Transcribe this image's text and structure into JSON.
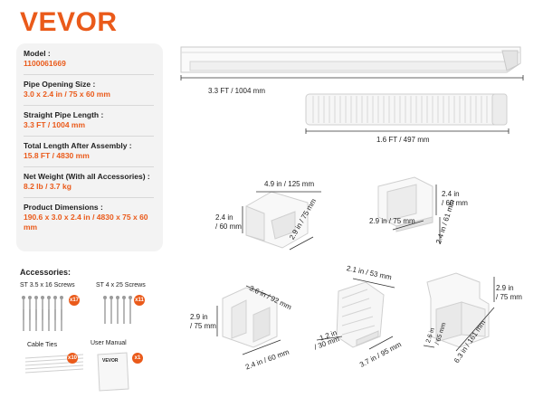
{
  "brand": "VEVOR",
  "specs": [
    {
      "label": "Model :",
      "value": "1100061669"
    },
    {
      "label": "Pipe Opening Size :",
      "value": "3.0 x 2.4 in / 75 x 60 mm"
    },
    {
      "label": "Straight Pipe Length :",
      "value": "3.3 FT / 1004 mm"
    },
    {
      "label": "Total Length After Assembly :",
      "value": "15.8 FT / 4830 mm"
    },
    {
      "label": "Net Weight (With all Accessories) :",
      "value": "8.2 lb / 3.7 kg"
    },
    {
      "label": "Product Dimensions  :",
      "value": "190.6 x 3.0 x 2.4 in / 4830 x 75 x 60 mm"
    }
  ],
  "accessories": {
    "title": "Accessories:",
    "screws1": {
      "label": "ST 3.5 x 16 Screws",
      "count": "x17"
    },
    "screws2": {
      "label": "ST 4 x 25 Screws",
      "count": "x11"
    },
    "ties": {
      "label": "Cable Ties",
      "count": "x10"
    },
    "manual": {
      "label": "User Manual",
      "count": "x1",
      "logo": "VEVOR"
    }
  },
  "dimensions": {
    "straight_pipe": "3.3 FT / 1004 mm",
    "flex_pipe": "1.6 FT / 497 mm",
    "elbow_a": "4.9 in / 125 mm",
    "elbow_b": "2.4 in",
    "elbow_b2": "/ 60 mm",
    "elbow_c": "2.9 in / 75 mm",
    "cover_a": "2.4 in",
    "cover_a2": "/ 60 mm",
    "cover_b": "2.9 in / 75 mm",
    "cover_c": "2.4 in / 61 mm",
    "tee_a": "3.6 in / 92 mm",
    "tee_b": "2.9 in",
    "tee_b2": "/ 75 mm",
    "tee_c": "2.4 in / 60 mm",
    "coupler_a": "2.1 in / 53 mm",
    "coupler_b": "1.2 in",
    "coupler_b2": "/ 30 mm",
    "coupler_c": "3.7 in / 95 mm",
    "end_a": "2.9 in",
    "end_a2": "/ 75 mm",
    "end_b": "2.6 in",
    "end_b2": "/ 65 mm",
    "end_c": "6.3 in / 161 mm"
  }
}
